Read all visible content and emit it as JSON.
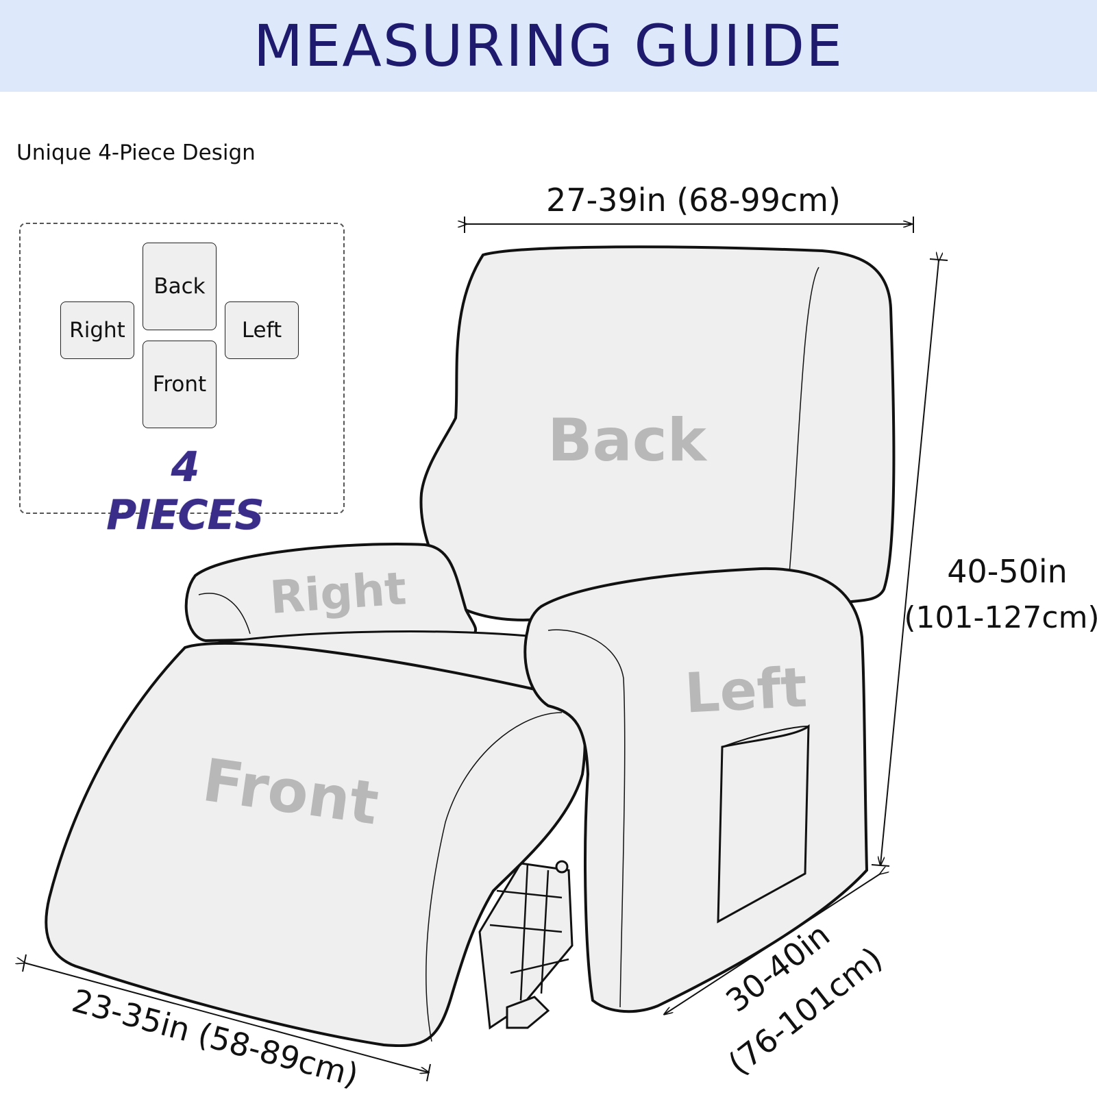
{
  "header": {
    "title": "MEASURING GUIIDE",
    "background": "#dde9fb",
    "title_color": "#1e1a6e"
  },
  "subtitle": "Unique 4-Piece Design",
  "legend": {
    "pieces": {
      "back": "Back",
      "right": "Right",
      "left": "Left",
      "front": "Front"
    },
    "count_label": "4 PIECES",
    "count_color": "#3a2d8a"
  },
  "chair_labels": {
    "back": "Back",
    "right": "Right",
    "left": "Left",
    "front": "Front"
  },
  "dimensions": {
    "width": "27-39in (68-99cm)",
    "height_in": "40-50in",
    "height_cm": "(101-127cm)",
    "depth_in": "30-40in",
    "depth_cm": "(76-101cm)",
    "footrest": "23-35in (58-89cm)"
  }
}
